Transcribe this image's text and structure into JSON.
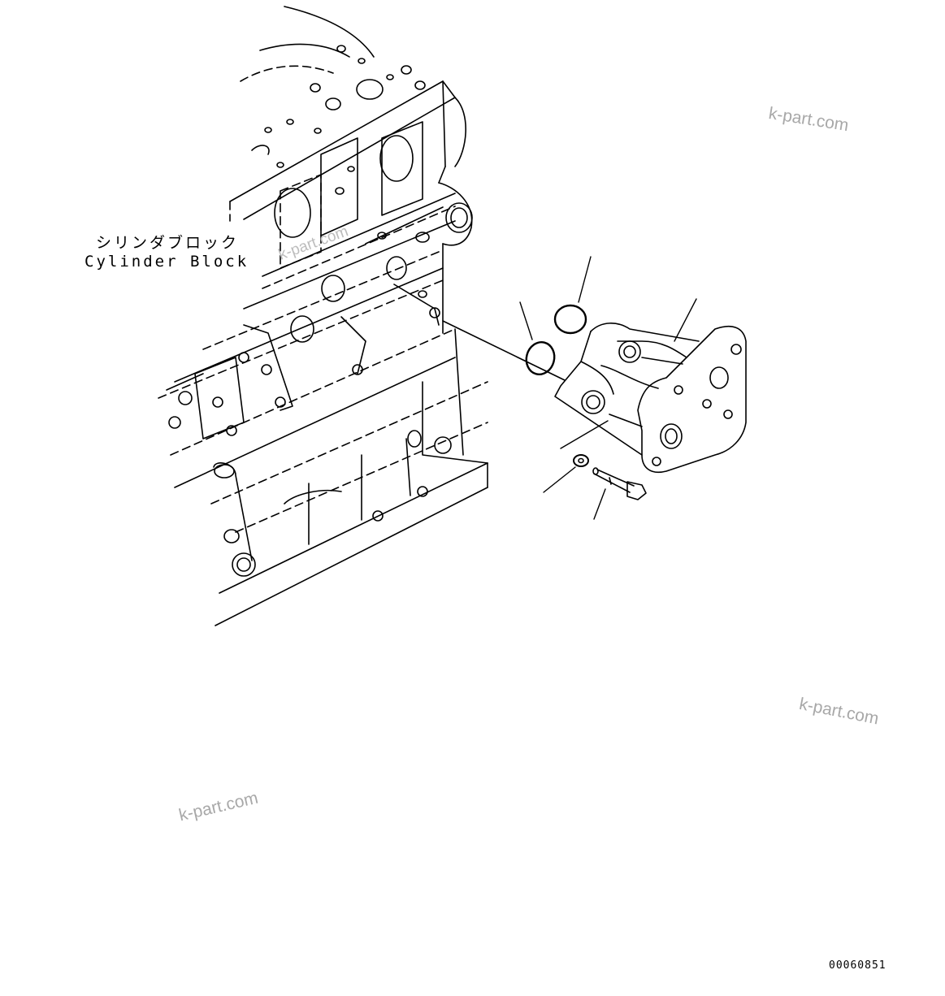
{
  "diagram": {
    "component_label_jp": "シリンダブロック",
    "component_label_en": "Cylinder Block",
    "figure_number": "00060851",
    "watermarks": [
      "k-part.com",
      "k-part.com",
      "k-part.com",
      "k-part.com"
    ]
  }
}
